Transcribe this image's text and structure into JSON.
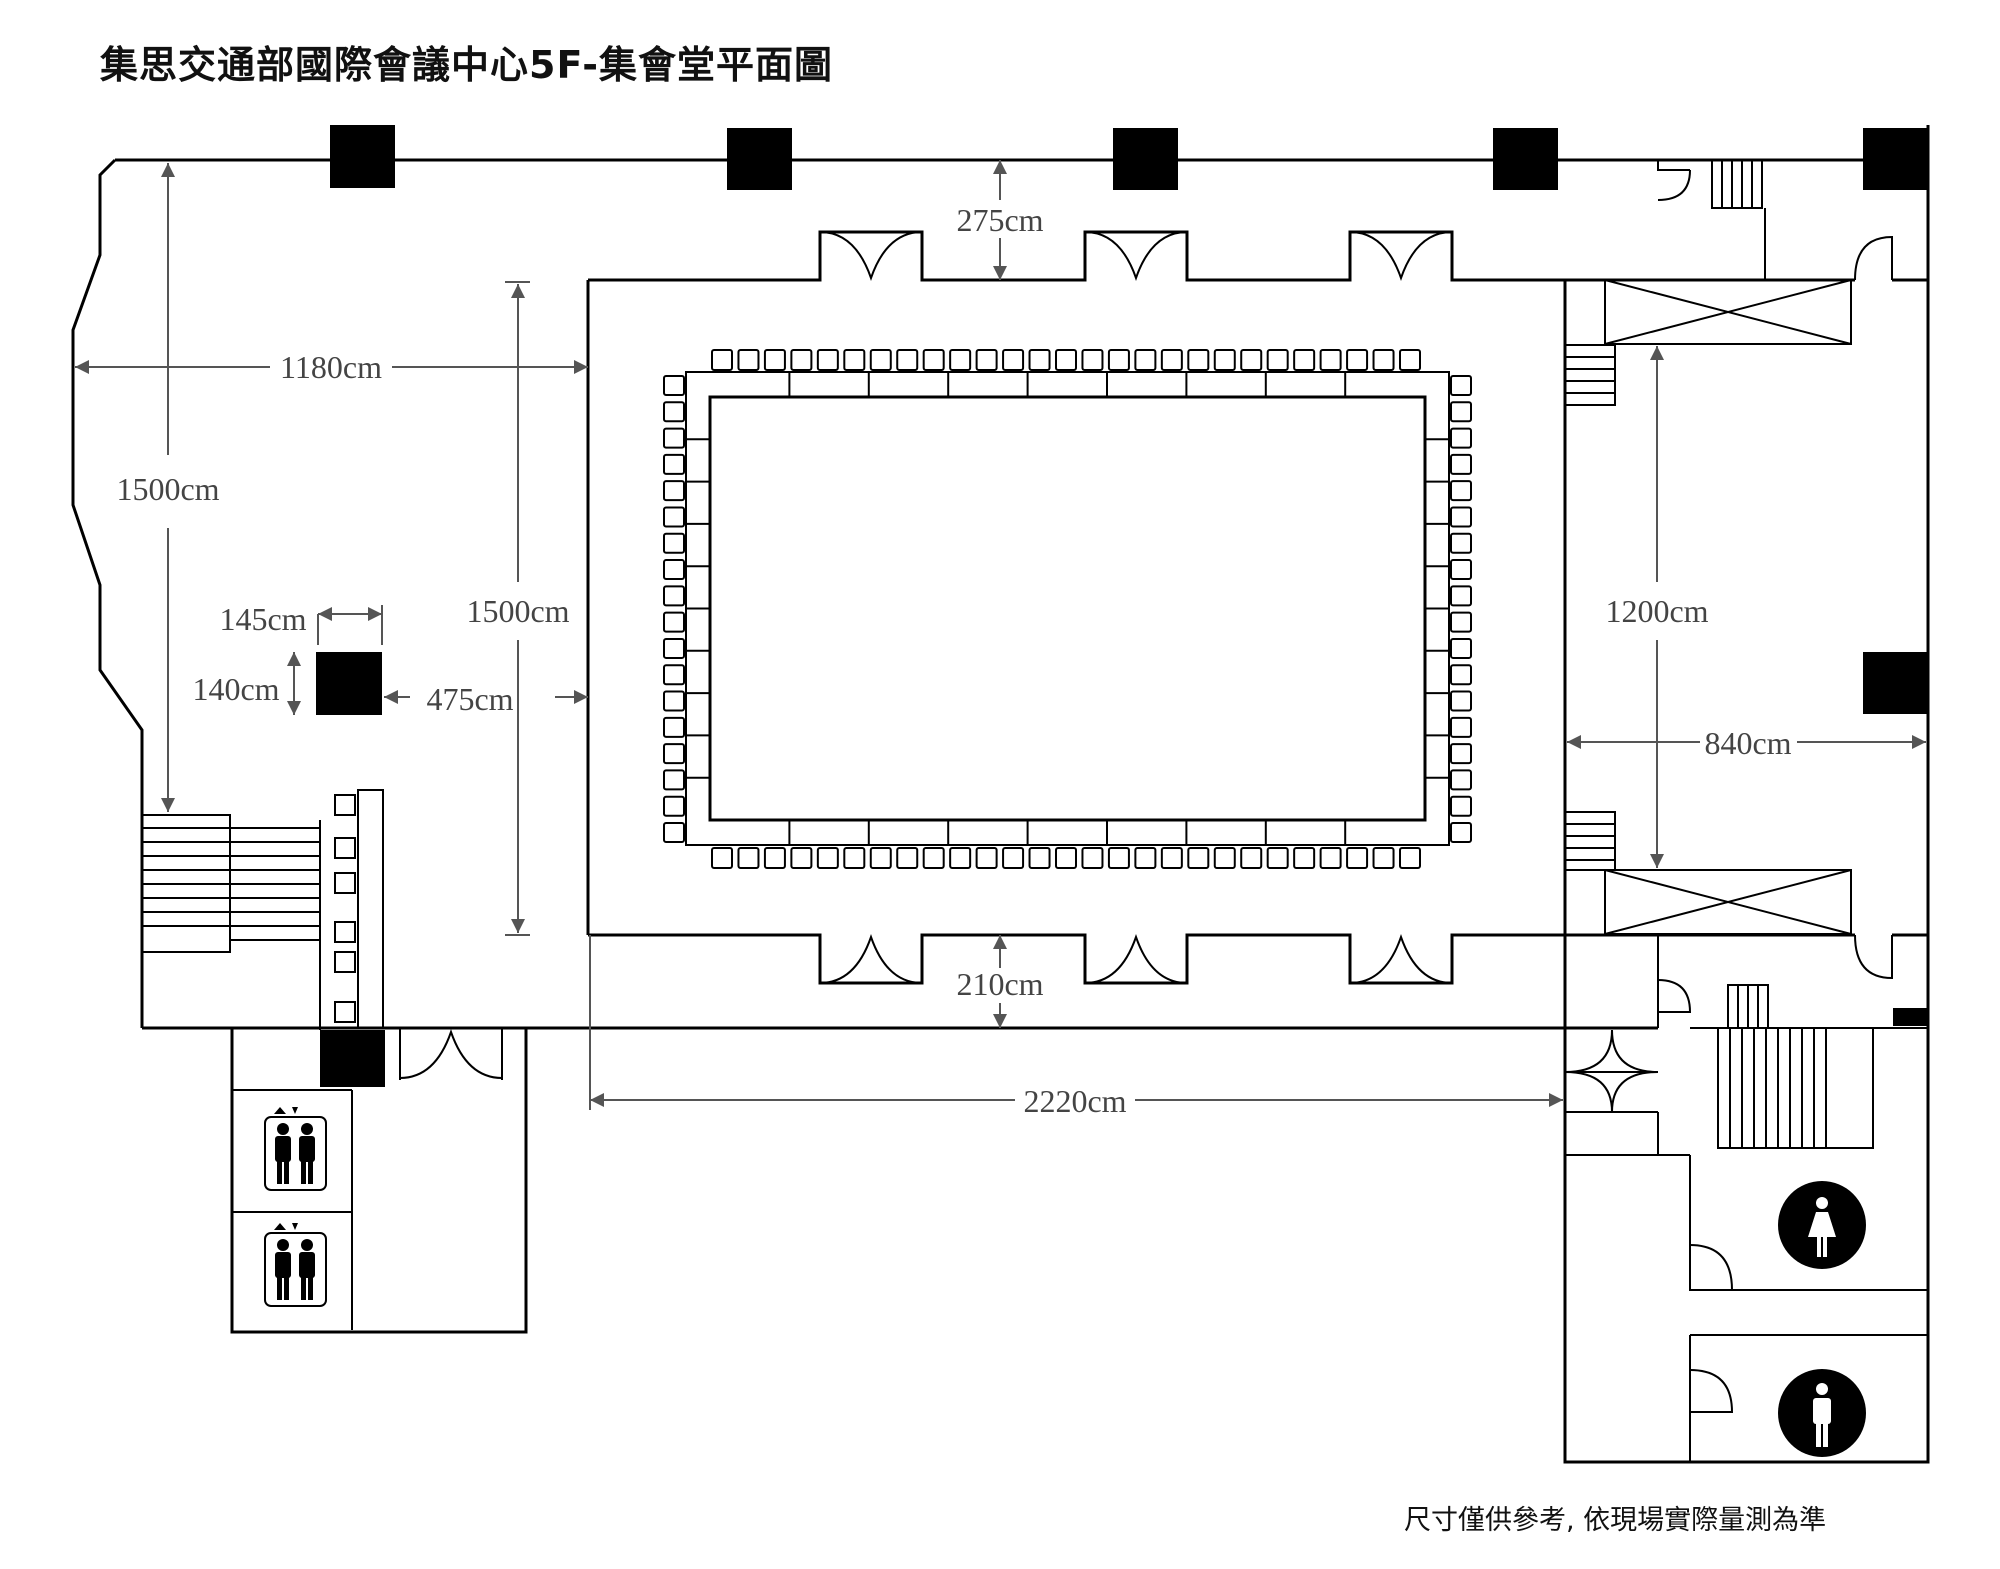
{
  "title": "集思交通部國際會議中心5F-集會堂平面圖",
  "note": "尺寸僅供參考, 依現場實際量測為準",
  "dimensions": {
    "top_corridor": "275cm",
    "bottom_corridor": "210cm",
    "lobby_width": "1180cm",
    "lobby_height": "1500cm",
    "hall_height": "1500cm",
    "hall_width": "2220cm",
    "pillar_width": "145cm",
    "pillar_height": "140cm",
    "pillar_to_hall": "475cm",
    "east_room_height": "1200cm",
    "east_room_width": "840cm"
  },
  "icons": {
    "elevator": "elevator-icon",
    "womens_restroom": "female-restroom-icon",
    "mens_restroom": "male-restroom-icon"
  }
}
